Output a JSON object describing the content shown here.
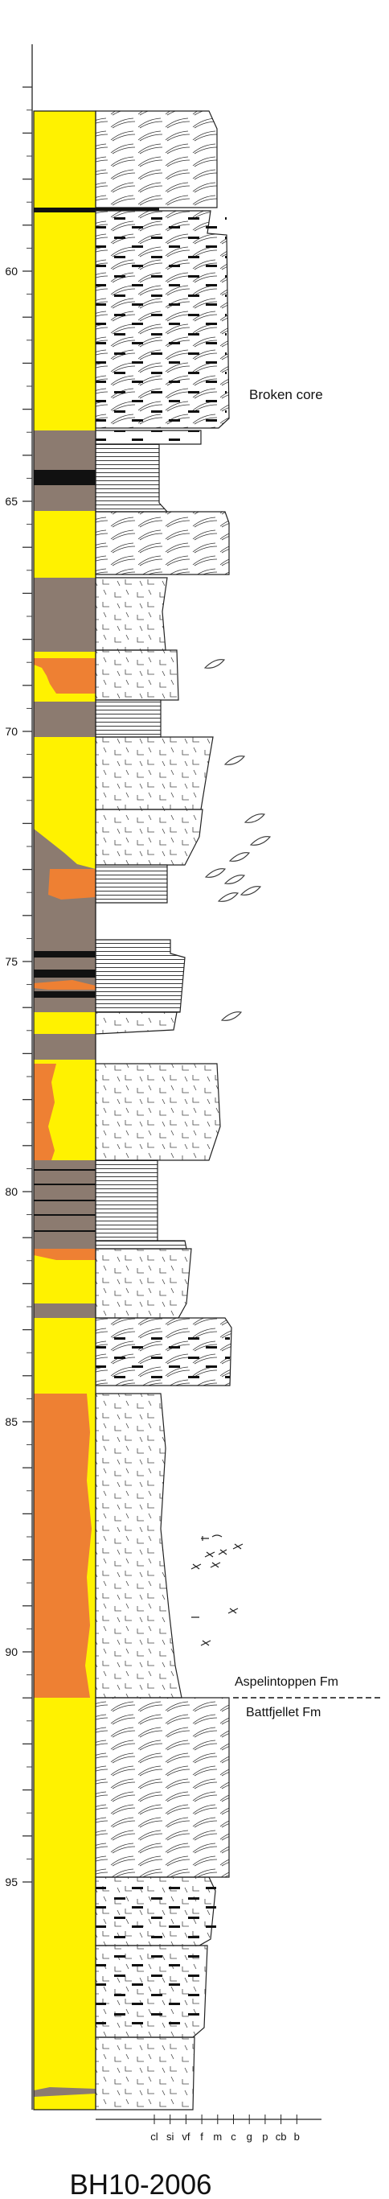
{
  "title": "BH10-2006",
  "depth_axis": {
    "labels": [
      "60",
      "65",
      "70",
      "75",
      "80",
      "85",
      "90",
      "95"
    ],
    "values": [
      60,
      65,
      70,
      75,
      80,
      85,
      90,
      95
    ]
  },
  "grain_size_axis": {
    "labels": [
      "cl",
      "si",
      "vf",
      "f",
      "m",
      "c",
      "g",
      "p",
      "cb",
      "b"
    ]
  },
  "annotations": {
    "broken_core": "Broken core",
    "formation_upper": "Aspelintoppen Fm",
    "formation_lower": "Battfjellet Fm"
  },
  "colors": {
    "sandstone": "#FFF200",
    "mudstone": "#8C7B70",
    "siderite": "#EE8033",
    "coal": "#111111",
    "line": "#222222"
  }
}
